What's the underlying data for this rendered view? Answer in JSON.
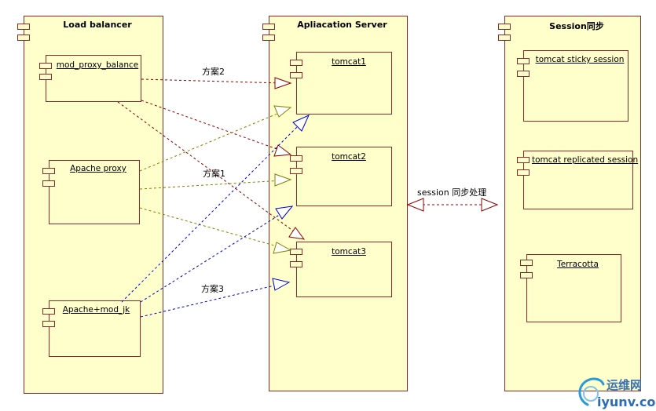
{
  "containers": {
    "load_balancer": "Load balancer",
    "app_server": "Apliacation Server",
    "session_sync": "Session同步"
  },
  "load_balancer_items": {
    "mod_proxy_balance": "mod_proxy_balance",
    "apache_proxy": "Apache proxy",
    "apache_mod_jk": "Apache+mod_jk"
  },
  "app_server_items": {
    "tomcat1": "tomcat1",
    "tomcat2": "tomcat2",
    "tomcat3": "tomcat3"
  },
  "session_items": {
    "sticky": "tomcat sticky session",
    "replicated": "tomcat replicated session",
    "terracotta": "Terracotta"
  },
  "edge_labels": {
    "plan1": "方案1",
    "plan2": "方案2",
    "plan3": "方案3",
    "session_sync": "session 同步处理"
  },
  "watermark": {
    "cn": "运维网",
    "url": "iyunv.com"
  },
  "colors": {
    "fill": "#ffffcc",
    "border": "#8b2a2a",
    "plan1": "#808000",
    "plan2": "#8b0000",
    "plan3": "#0000cc"
  }
}
